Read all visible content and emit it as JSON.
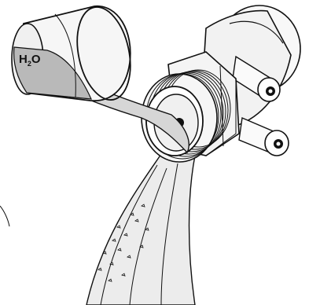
{
  "diagram": {
    "beaker_label": {
      "main": "H",
      "subscript": "2",
      "suffix": "O"
    },
    "colors": {
      "outline": "#111111",
      "liquid": "#b9b9b9",
      "stream": "#ececec",
      "metal": "#f4f4f4",
      "background": "#ffffff"
    },
    "icons": [
      "beaker-icon",
      "sensor-fitting-icon",
      "terminal-post-icon",
      "water-stream-icon"
    ]
  }
}
